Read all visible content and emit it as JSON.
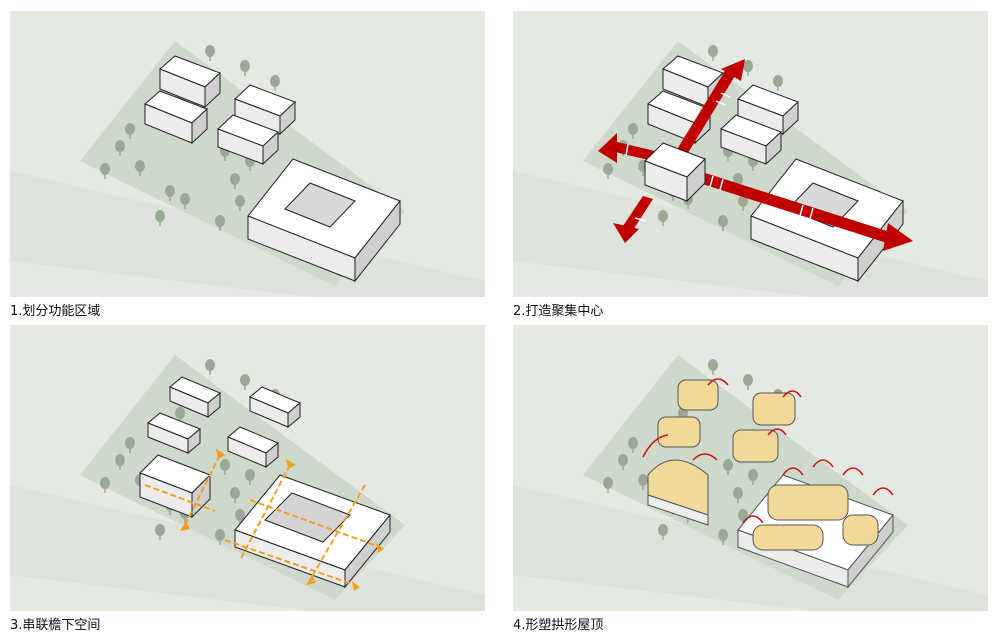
{
  "panels": [
    {
      "id": "zoning",
      "caption": "1.划分功能区域"
    },
    {
      "id": "center",
      "caption": "2.打造聚集中心"
    },
    {
      "id": "eaves",
      "caption": "3.串联檐下空间"
    },
    {
      "id": "arches",
      "caption": "4.形塑拱形屋顶"
    }
  ],
  "colors": {
    "background": "#e4e9e2",
    "site": "#cfd9cb",
    "road": "#dde3da",
    "building_top": "#ffffff",
    "building_side": "#e9e9e9",
    "building_shade": "#cccccc",
    "tree": "#9aa896",
    "axis_red": "#c00000",
    "eave_orange": "#f0a020",
    "arch_fill": "#f2d99a",
    "arch_red": "#cc1111"
  }
}
